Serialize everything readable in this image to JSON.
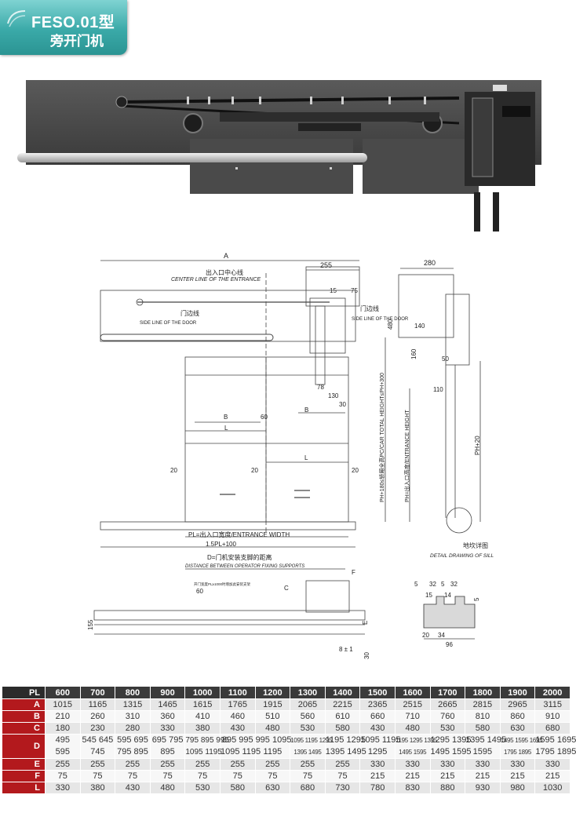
{
  "badge": {
    "model": "FESO.01型",
    "name": "旁开门机"
  },
  "drawing": {
    "dim_A": "A",
    "dim_255": "255",
    "center_line_cn": "出入口中心线",
    "center_line_en": "CENTER LINE OF THE ENTRANCE",
    "side_line_cn": "门边线",
    "side_line_en": "SIDE LINE OF THE DOOR",
    "side_line2_en": "SIDE LINE OF THE DOOR",
    "dim_15": "15",
    "dim_75": "75",
    "dim_78": "78",
    "dim_130": "130",
    "dim_30": "30",
    "dim_B1": "B",
    "dim_B2": "B",
    "dim_60a": "60",
    "dim_L1": "L",
    "dim_L2": "L",
    "dim_20a": "20",
    "dim_20b": "20",
    "dim_20c": "20",
    "pl_label": "PL=出入口宽度/ENTRANCE WIDTH",
    "dim_15pl": "1.5PL+100",
    "dim_280": "280",
    "dim_480": "480",
    "dim_140": "140",
    "dim_160": "160",
    "dim_50": "50",
    "dim_110": "110",
    "total_height": "PH+180≤轿厢全高PC/CAR TOTAL HEIGHT≤PH+300",
    "entrance_height": "PH=出入口高度/ENTRANCE HEIGHT",
    "ph20": "PH+20",
    "sill_cn": "地坎详图",
    "sill_en": "DETAIL DRAWING OF SILL",
    "d_label_cn": "D=门机安装支脚的距离",
    "d_label_en": "DISTANCE BETWEEN OPERATOR FIXING SUPPORTS",
    "note_small": "开门宽度PL≥1000时增加此安装支架",
    "dim_60b": "60",
    "dim_C": "C",
    "dim_F": "F",
    "dim_E": "E",
    "dim_155": "155",
    "dim_8": "8 ± 1",
    "dim_30b": "30",
    "sill_5a": "5",
    "sill_32a": "32",
    "sill_5b": "5",
    "sill_32b": "32",
    "sill_15": "15",
    "sill_14": "14",
    "sill_5c": "5",
    "sill_20": "20",
    "sill_34": "34",
    "sill_96": "96"
  },
  "table": {
    "header_label": "PL",
    "columns": [
      "600",
      "700",
      "800",
      "900",
      "1000",
      "1100",
      "1200",
      "1300",
      "1400",
      "1500",
      "1600",
      "1700",
      "1800",
      "1900",
      "2000"
    ],
    "rows": [
      {
        "label": "A",
        "values": [
          "1015",
          "1165",
          "1315",
          "1465",
          "1615",
          "1765",
          "1915",
          "2065",
          "2215",
          "2365",
          "2515",
          "2665",
          "2815",
          "2965",
          "3115"
        ]
      },
      {
        "label": "B",
        "values": [
          "210",
          "260",
          "310",
          "360",
          "410",
          "460",
          "510",
          "560",
          "610",
          "660",
          "710",
          "760",
          "810",
          "860",
          "910"
        ]
      },
      {
        "label": "C",
        "values": [
          "180",
          "230",
          "280",
          "330",
          "380",
          "430",
          "480",
          "530",
          "580",
          "430",
          "480",
          "530",
          "580",
          "630",
          "680"
        ]
      }
    ],
    "d_row": {
      "label": "D",
      "top": [
        "495",
        "545 645",
        "595 695",
        "695 795",
        "795 895 995",
        "895 995",
        "995 1095",
        "1095 1195 1295",
        "1195 1295",
        "1095 1195",
        "1195 1295 1395",
        "1295 1395",
        "1395 1495",
        "1495 1595 1695",
        "1595 1695"
      ],
      "bottom": [
        "595",
        "745",
        "795 895",
        "895",
        "1095 1195",
        "1095 1195",
        "1195",
        "1395 1495",
        "1395 1495",
        "1295",
        "1495 1595",
        "1495 1595",
        "1595",
        "1795 1895",
        "1795 1895"
      ]
    },
    "rows2": [
      {
        "label": "E",
        "values": [
          "255",
          "255",
          "255",
          "255",
          "255",
          "255",
          "255",
          "255",
          "255",
          "330",
          "330",
          "330",
          "330",
          "330",
          "330"
        ]
      },
      {
        "label": "F",
        "values": [
          "75",
          "75",
          "75",
          "75",
          "75",
          "75",
          "75",
          "75",
          "75",
          "215",
          "215",
          "215",
          "215",
          "215",
          "215"
        ]
      },
      {
        "label": "L",
        "values": [
          "330",
          "380",
          "430",
          "480",
          "530",
          "580",
          "630",
          "680",
          "730",
          "780",
          "830",
          "880",
          "930",
          "980",
          "1030"
        ]
      }
    ]
  }
}
